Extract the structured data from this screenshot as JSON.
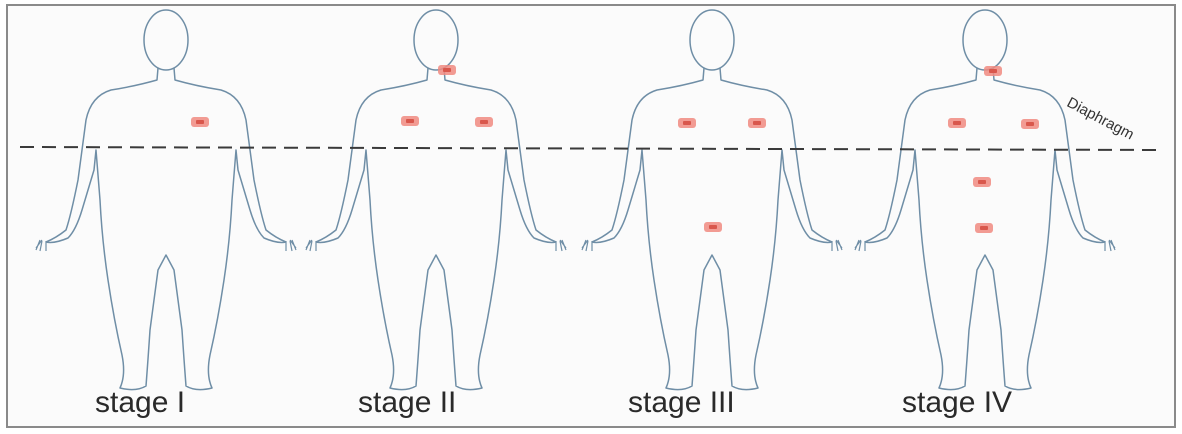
{
  "diagram": {
    "diaphragm_label": "Diaphragm",
    "stages": [
      {
        "label": "stage I"
      },
      {
        "label": "stage II"
      },
      {
        "label": "stage III"
      },
      {
        "label": "stage IV"
      }
    ],
    "colors": {
      "outline": "#6f8ea6",
      "lymph_node": "#f08a80",
      "lymph_node_core": "#d9574c",
      "divider": "#3a3a3a",
      "text": "#2a2a2a"
    }
  }
}
